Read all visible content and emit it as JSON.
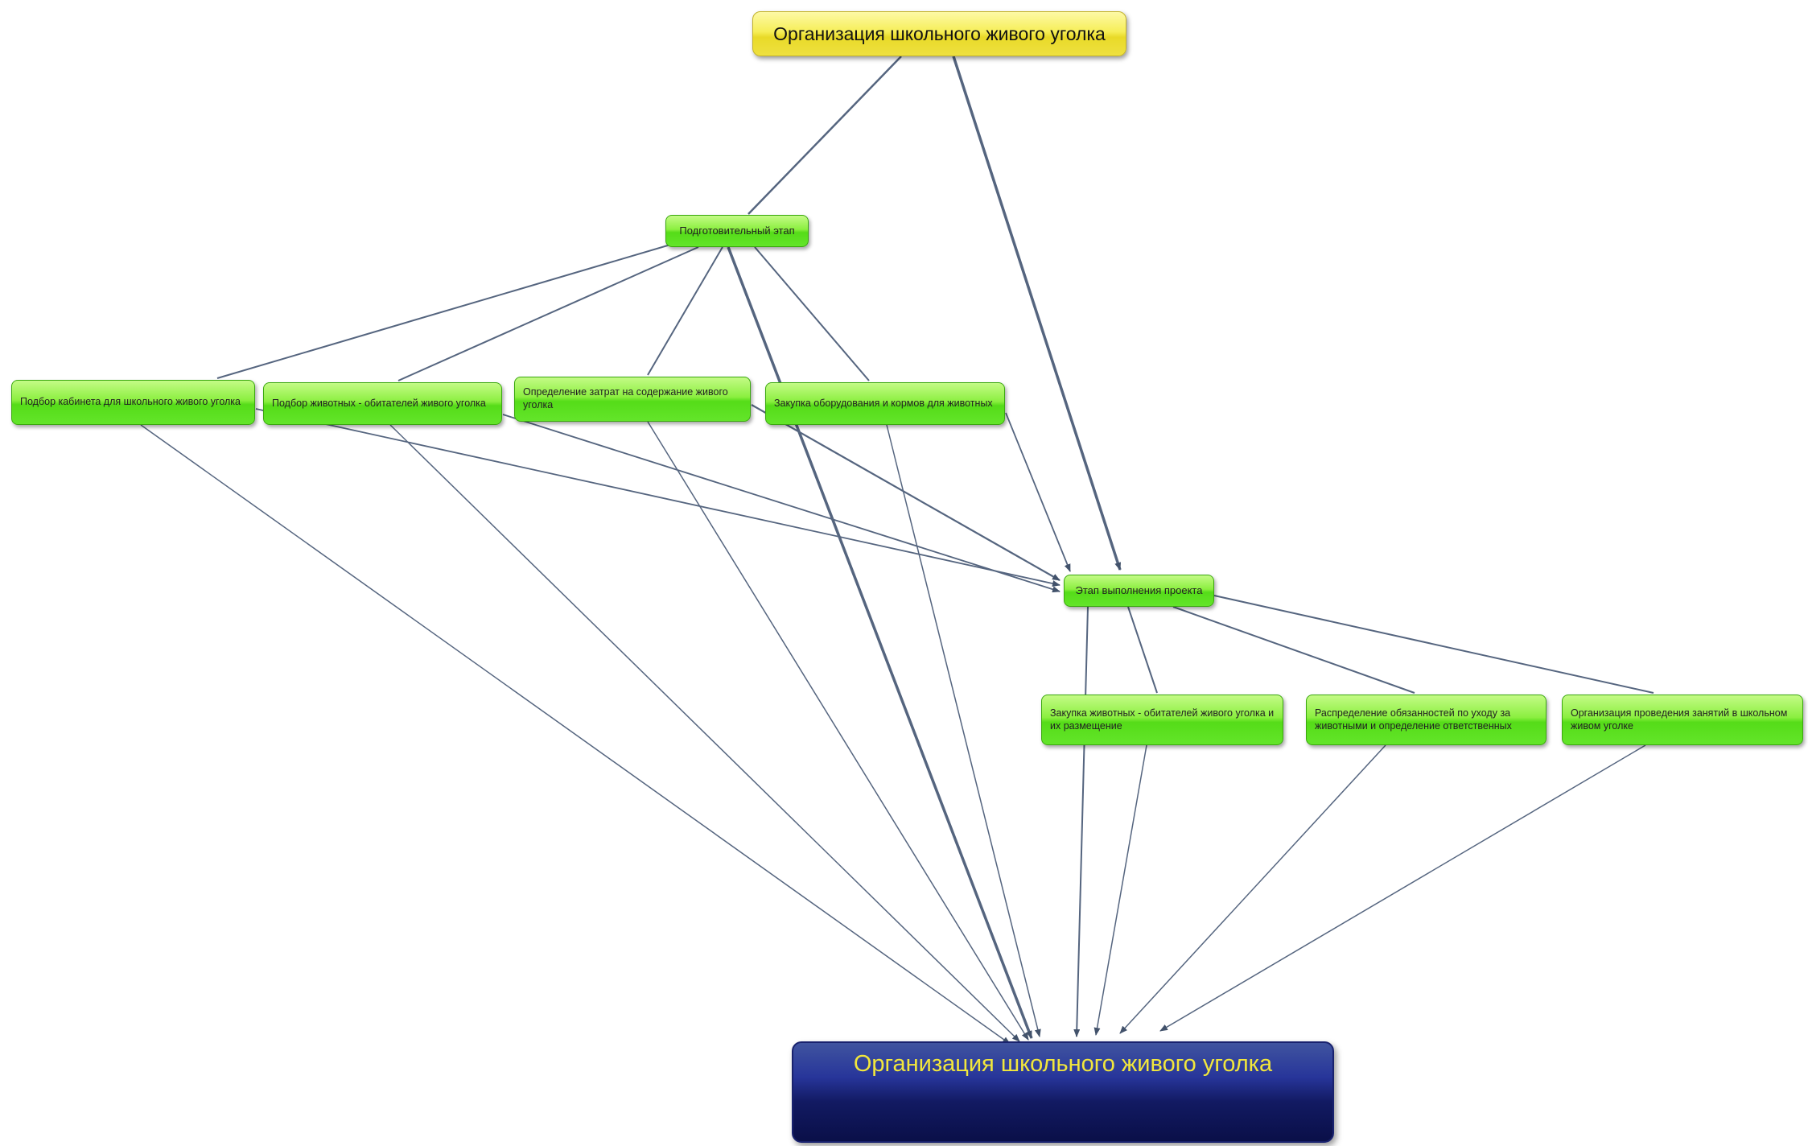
{
  "diagram": {
    "title": "Организация школьного живого уголка",
    "nodes": {
      "root_top": {
        "label": "Организация школьного живого уголка"
      },
      "prep_stage": {
        "label": "Подготовительный этап"
      },
      "cabinet": {
        "label": "Подбор кабинета для школьного живого уголка"
      },
      "animal_selection": {
        "label": "Подбор животных - обитателей живого уголка"
      },
      "costs": {
        "label": "Определение затрат на содержание живого уголка"
      },
      "equipment": {
        "label": "Закупка оборудования и кормов для животных"
      },
      "exec_stage": {
        "label": "Этап выполнения проекта"
      },
      "animal_purchase": {
        "label": "Закупка животных - обитателей живого уголка и их размещение"
      },
      "duty_assignment": {
        "label": "Распределение обязанностей по уходу за животными и определение ответственных"
      },
      "lessons": {
        "label": "Организация проведения занятий в школьном живом уголке"
      },
      "root_bottom": {
        "label": "Организация школьного живого уголка"
      }
    },
    "edges": [
      {
        "from": "root_top",
        "to": "prep_stage"
      },
      {
        "from": "root_top",
        "to": "exec_stage"
      },
      {
        "from": "prep_stage",
        "to": "cabinet"
      },
      {
        "from": "prep_stage",
        "to": "animal_selection"
      },
      {
        "from": "prep_stage",
        "to": "costs"
      },
      {
        "from": "prep_stage",
        "to": "equipment"
      },
      {
        "from": "prep_stage",
        "to": "root_bottom"
      },
      {
        "from": "cabinet",
        "to": "exec_stage"
      },
      {
        "from": "animal_selection",
        "to": "exec_stage"
      },
      {
        "from": "costs",
        "to": "exec_stage"
      },
      {
        "from": "equipment",
        "to": "exec_stage"
      },
      {
        "from": "cabinet",
        "to": "root_bottom"
      },
      {
        "from": "animal_selection",
        "to": "root_bottom"
      },
      {
        "from": "costs",
        "to": "root_bottom"
      },
      {
        "from": "equipment",
        "to": "root_bottom"
      },
      {
        "from": "exec_stage",
        "to": "animal_purchase"
      },
      {
        "from": "exec_stage",
        "to": "duty_assignment"
      },
      {
        "from": "exec_stage",
        "to": "lessons"
      },
      {
        "from": "exec_stage",
        "to": "root_bottom"
      },
      {
        "from": "animal_purchase",
        "to": "root_bottom"
      },
      {
        "from": "duty_assignment",
        "to": "root_bottom"
      },
      {
        "from": "lessons",
        "to": "root_bottom"
      }
    ],
    "colors": {
      "node_green": "#5fe224",
      "node_yellow": "#f2e54a",
      "node_navy": "#131b63",
      "edge_line": "#55657f",
      "bottom_text_color": "#f2e73c",
      "background": "#ffffff"
    }
  }
}
